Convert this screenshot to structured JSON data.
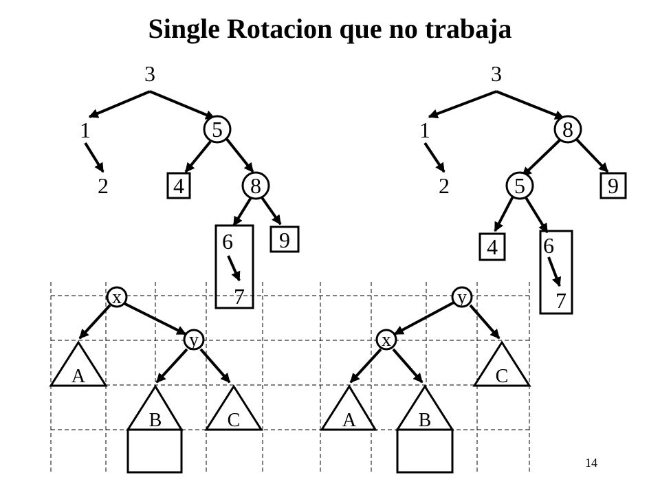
{
  "title": "Single Rotacion que no trabaja",
  "page_number": "14",
  "left_tree": {
    "root": "3",
    "left": "1",
    "left_child": "2",
    "right": "5",
    "n4": "4",
    "n8": "8",
    "n6": "6",
    "n7": "7",
    "n9": "9"
  },
  "right_tree": {
    "root": "3",
    "left": "1",
    "left_child": "2",
    "right": "8",
    "n5": "5",
    "n9": "9",
    "n4": "4",
    "n6": "6",
    "n7": "7"
  },
  "bottom_left": {
    "x": "x",
    "y": "y",
    "a": "A",
    "b": "B",
    "c": "C"
  },
  "bottom_right": {
    "y": "y",
    "x": "x",
    "a": "A",
    "b": "B",
    "c": "C"
  }
}
